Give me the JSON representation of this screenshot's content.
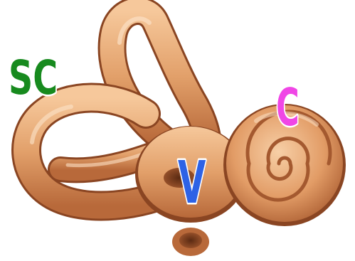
{
  "labels": {
    "semicircular_canals": "SC",
    "vestibule": "V",
    "cochlea": "C"
  },
  "colors": {
    "background": "#ffffff",
    "bone_light": "#f3bf8f",
    "bone_mid": "#d98f5a",
    "bone_dark": "#a95d33",
    "bone_shadow": "#7a3b1f",
    "label_sc": "#178a1e",
    "label_v": "#2d62e6",
    "label_c": "#f046e6"
  }
}
